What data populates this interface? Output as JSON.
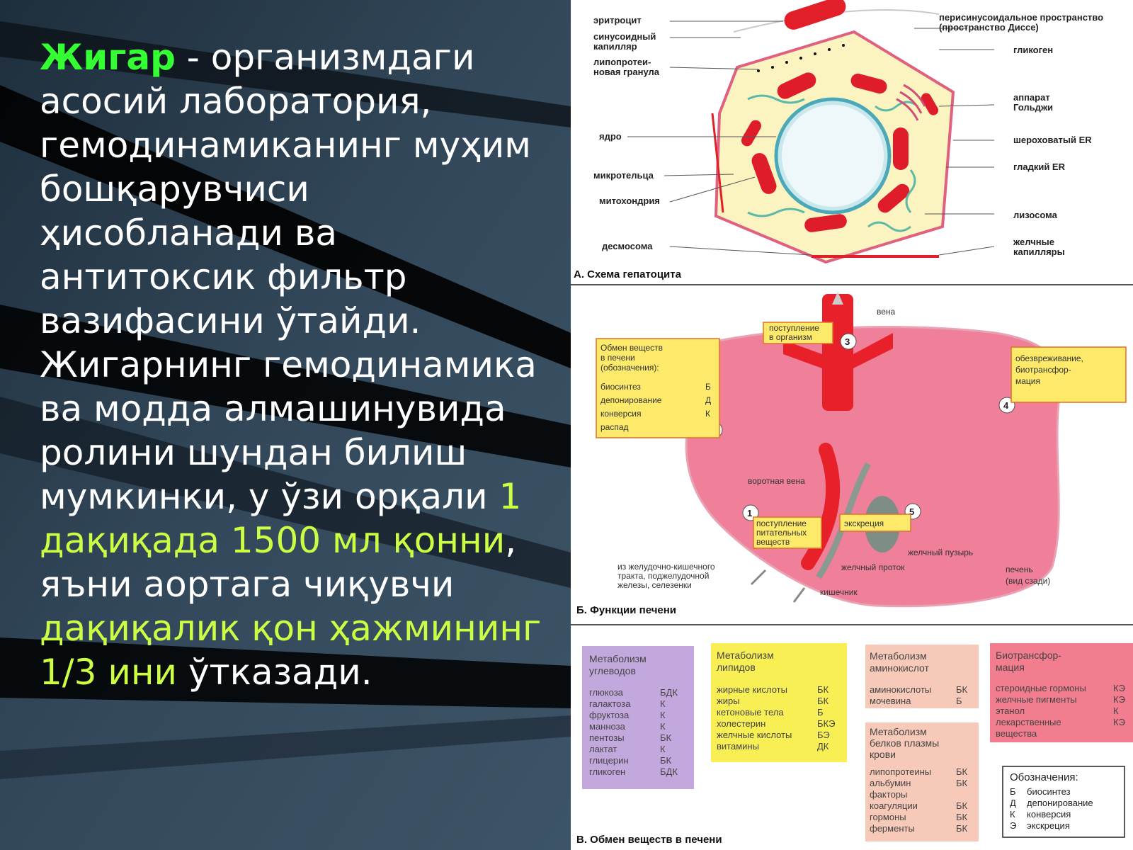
{
  "slide": {
    "keyword": "Жигар",
    "text_1": " - организмдаги асосий лаборатория, гемодинамиканинг муҳим бошқарувчиси ҳисобланади ва антитоксик фильтр вазифасини ўтайди. Жигарнинг гемодинамика ва модда алмашинувида ролини шундан билиш мумкинки, у  ўзи орқали ",
    "highlight_1": "1 дақиқада 1500 мл қонни",
    "text_2": ", яъни аортага чиқувчи ",
    "highlight_2": "дақиқалик қон ҳажмининг 1/3 ини",
    "text_3": " ўтказади."
  },
  "figure": {
    "hepatocyte": {
      "title": "А. Схема гепатоцита",
      "labels_left": {
        "erythrocyte": "эритроцит",
        "sinusoid_1": "синусоидный",
        "sinusoid_2": "капилляр",
        "lipo_1": "липопротеи-",
        "lipo_2": "новая гранула",
        "nucleus": "ядро",
        "microbody": "микротельца",
        "mitochondria": "митохондрия",
        "desmosome": "десмосома"
      },
      "labels_right": {
        "disse_1": "перисинусоидальное пространство",
        "disse_2": "(пространство Диссе)",
        "glycogen": "гликоген",
        "golgi_1": "аппарат",
        "golgi_2": "Гольджи",
        "rough_er": "шероховатый ER",
        "smooth_er": "гладкий ER",
        "lysosome": "лизосома",
        "bile_1": "желчные",
        "bile_2": "капилляры"
      }
    },
    "liver": {
      "title": "Б. Функции печени",
      "vein": "вена",
      "to_body_1": "поступление",
      "to_body_2": "в организм",
      "portal": "воротная вена",
      "exchange_box": {
        "title_1": "Обмен веществ",
        "title_2": "в печени",
        "title_3": "(обозначения):",
        "rows": [
          {
            "name": "биосинтез",
            "code": "Б"
          },
          {
            "name": "депонирование",
            "code": "Д"
          },
          {
            "name": "конверсия",
            "code": "К"
          },
          {
            "name": "распад",
            "code": ""
          }
        ]
      },
      "detox_1": "обезвреживание,",
      "detox_2": "биотрансфор-",
      "detox_3": "мация",
      "intake_1": "поступление",
      "intake_2": "питательных",
      "intake_3": "веществ",
      "excretion": "экскреция",
      "gallbladder": "желчный пузырь",
      "bile_duct": "желчный проток",
      "from_gi_1": "из желудочно-кишечного",
      "from_gi_2": "тракта, поджелудочной",
      "from_gi_3": "железы, селезенки",
      "intestine": "кишечник",
      "liver_back_1": "печень",
      "liver_back_2": "(вид сзади)",
      "markers": [
        "1",
        "2",
        "3",
        "4",
        "5"
      ]
    },
    "metabolism": {
      "title": "В. Обмен веществ в печени",
      "carbs": {
        "title_1": "Метаболизм",
        "title_2": "углеводов",
        "rows": [
          {
            "name": "глюкоза",
            "code": "БДК"
          },
          {
            "name": "галактоза",
            "code": "К"
          },
          {
            "name": "фруктоза",
            "code": "К"
          },
          {
            "name": "манноза",
            "code": "К"
          },
          {
            "name": "пентозы",
            "code": "БК"
          },
          {
            "name": "лактат",
            "code": "К"
          },
          {
            "name": "глицерин",
            "code": "БК"
          },
          {
            "name": "гликоген",
            "code": "БДК"
          }
        ]
      },
      "lipids": {
        "title_1": "Метаболизм",
        "title_2": "липидов",
        "rows": [
          {
            "name": "жирные кислоты",
            "code": "БК"
          },
          {
            "name": "жиры",
            "code": "БК"
          },
          {
            "name": "кетоновые тела",
            "code": "Б"
          },
          {
            "name": "холестерин",
            "code": "БКЭ"
          },
          {
            "name": "желчные кислоты",
            "code": "БЭ"
          },
          {
            "name": "витамины",
            "code": "ДК"
          }
        ]
      },
      "amino": {
        "title_1": "Метаболизм",
        "title_2": "аминокислот",
        "rows": [
          {
            "name": "аминокислоты",
            "code": "БК"
          },
          {
            "name": "мочевина",
            "code": "Б"
          }
        ]
      },
      "plasma": {
        "title_1": "Метаболизм",
        "title_2": "белков плазмы",
        "title_3": "крови",
        "rows": [
          {
            "name": "липопротеины",
            "code": "БК"
          },
          {
            "name": "альбумин",
            "code": "БК"
          },
          {
            "name": "факторы",
            "code": ""
          },
          {
            "name": "коагуляции",
            "code": "БК"
          },
          {
            "name": "гормоны",
            "code": "БК"
          },
          {
            "name": "ферменты",
            "code": "БК"
          }
        ]
      },
      "biotrans": {
        "title_1": "Биотрансфор-",
        "title_2": "мация",
        "rows": [
          {
            "name": "стероидные гормоны",
            "code": "КЭ"
          },
          {
            "name": "желчные пигменты",
            "code": "КЭ"
          },
          {
            "name": "этанол",
            "code": "К"
          },
          {
            "name": "лекарственные",
            "code": "КЭ"
          },
          {
            "name": "вещества",
            "code": ""
          }
        ]
      },
      "legend": {
        "title": "Обозначения:",
        "rows": [
          {
            "code": "Б",
            "name": "биосинтез"
          },
          {
            "code": "Д",
            "name": "депонирование"
          },
          {
            "code": "К",
            "name": "конверсия"
          },
          {
            "code": "Э",
            "name": "экскреция"
          }
        ]
      }
    }
  },
  "colors": {
    "keyword": "#33ff33",
    "highlight": "#ccff44",
    "liver": "#f07f99",
    "vessel": "#e8202a",
    "label_box": "#fde96a",
    "carbs": "#c2a8dc",
    "lipids": "#f8ef55",
    "amino": "#f7c9b8",
    "biotrans": "#f27d8f"
  }
}
